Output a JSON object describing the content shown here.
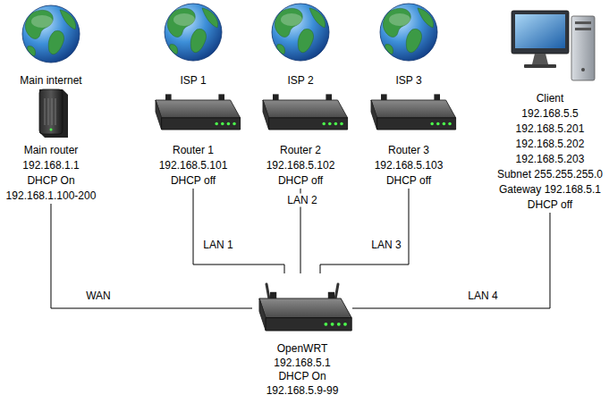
{
  "diagram": {
    "nodes": [
      {
        "text": [
          "Main internet"
        ]
      },
      {
        "text": [
          "ISP 1"
        ]
      },
      {
        "text": [
          "ISP 2"
        ]
      },
      {
        "text": [
          "ISP 3"
        ]
      },
      {
        "text": [
          "Main router",
          "192.168.1.1",
          "DHCP On",
          "192.168.1.100-200"
        ]
      },
      {
        "text": [
          "Router 1",
          "192.168.5.101",
          "DHCP off"
        ]
      },
      {
        "text": [
          "Router 2",
          "192.168.5.102",
          "DHCP off"
        ]
      },
      {
        "text": [
          "Router 3",
          "192.168.5.103",
          "DHCP off"
        ]
      },
      {
        "text": [
          "Client",
          "192.168.5.5",
          "192.168.5.201",
          "192.168.5.202",
          "192.168.5.203",
          "Subnet 255.255.255.0",
          "Gateway 192.168.5.1",
          "DHCP off"
        ]
      },
      {
        "text": [
          "OpenWRT",
          "192.168.5.1",
          "DHCP On",
          "192.168.5.9-99"
        ]
      }
    ],
    "edges": [
      {
        "from": 5,
        "to": 9,
        "label": "LAN 1",
        "arrow": "none"
      },
      {
        "from": 6,
        "to": 9,
        "label": "LAN 2",
        "arrow": "none"
      },
      {
        "from": 7,
        "to": 9,
        "label": "LAN 3",
        "arrow": "none"
      },
      {
        "from": 4,
        "to": 9,
        "label": "WAN",
        "arrow": "none"
      },
      {
        "from": 8,
        "to": 9,
        "label": "LAN 4",
        "arrow": "none"
      }
    ]
  }
}
